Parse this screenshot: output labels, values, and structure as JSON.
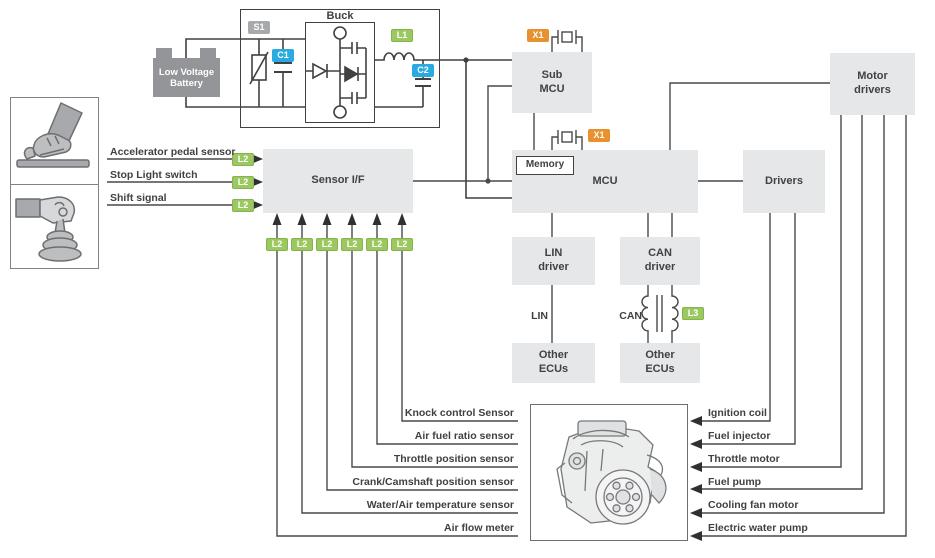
{
  "palette": {
    "block_fill": "#e6e7e8",
    "text": "#414042",
    "line": "#48494b",
    "badge_green": "#9cc862",
    "badge_cyan": "#29abe2",
    "badge_orange": "#e8912f",
    "badge_gray": "#a7a9ac",
    "battery_gray": "#939598"
  },
  "buck": {
    "title": "Buck",
    "s1": "S1",
    "c1": "C1",
    "l1": "L1",
    "c2": "C2"
  },
  "battery": {
    "label": "Low Voltage Battery"
  },
  "blocks": {
    "sensor_if": "Sensor I/F",
    "sub_mcu": "Sub MCU",
    "mcu": "MCU",
    "memory": "Memory",
    "drivers": "Drivers",
    "motor_drivers": "Motor drivers",
    "lin_driver": "LIN driver",
    "can_driver": "CAN driver",
    "other_ecus": "Other ECUs"
  },
  "badges": {
    "l2": "L2",
    "l3": "L3",
    "x1": "X1"
  },
  "inputs": [
    "Accelerator pedal sensor",
    "Stop Light switch",
    "Shift signal"
  ],
  "sensors": [
    "Knock control Sensor",
    "Air fuel ratio sensor",
    "Throttle position sensor",
    "Crank/Camshaft position sensor",
    "Water/Air temperature sensor",
    "Air flow meter"
  ],
  "actuators": [
    "Ignition coil",
    "Fuel injector",
    "Throttle motor",
    "Fuel pump",
    "Cooling fan motor",
    "Electric water pump"
  ],
  "buses": {
    "lin": "LIN",
    "can": "CAN"
  }
}
